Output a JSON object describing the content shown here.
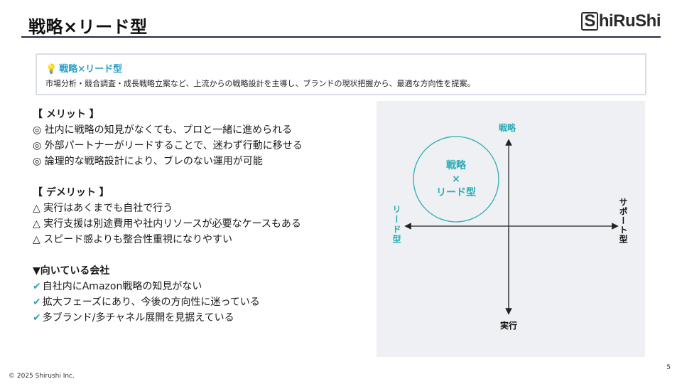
{
  "header": {
    "title": "戦略×リード型",
    "logo_mark": "S",
    "logo_text": "hiRuShi"
  },
  "callout": {
    "icon": "💡",
    "heading": "戦略×リード型",
    "body": "市場分析・競合調査・成長戦略立案など、上流からの戦略設計を主導し、ブランドの現状把握から、最適な方向性を提案。"
  },
  "merits": {
    "heading": "【 メリット 】",
    "bullet": "◎",
    "items": [
      "社内に戦略の知見がなくても、プロと一緒に進められる",
      "外部パートナーがリードすることで、迷わず行動に移せる",
      "論理的な戦略設計により、ブレのない運用が可能"
    ]
  },
  "demerits": {
    "heading": "【 デメリット 】",
    "bullet": "△",
    "items": [
      "実行はあくまでも自社で行う",
      "実行支援は別途費用や社内リソースが必要なケースもある",
      "スピード感よりも整合性重視になりやすい"
    ]
  },
  "suited": {
    "heading": "▼向いている会社",
    "bullet": "✔",
    "items": [
      "自社内にAmazon戦略の知見がない",
      "拡大フェーズにあり、今後の方向性に迷っている",
      "多ブランド/多チャネル展開を見据えている"
    ]
  },
  "diagram": {
    "axis_top": "戦略",
    "axis_bottom": "実行",
    "axis_left": "リード型",
    "axis_right": "サポート型",
    "circle_line1": "戦略",
    "circle_line2": "×",
    "circle_line3": "リード型",
    "accent_color": "#2aaeb3"
  },
  "footer": {
    "page_number": "5",
    "copyright": "© 2025 Shirushi Inc."
  }
}
